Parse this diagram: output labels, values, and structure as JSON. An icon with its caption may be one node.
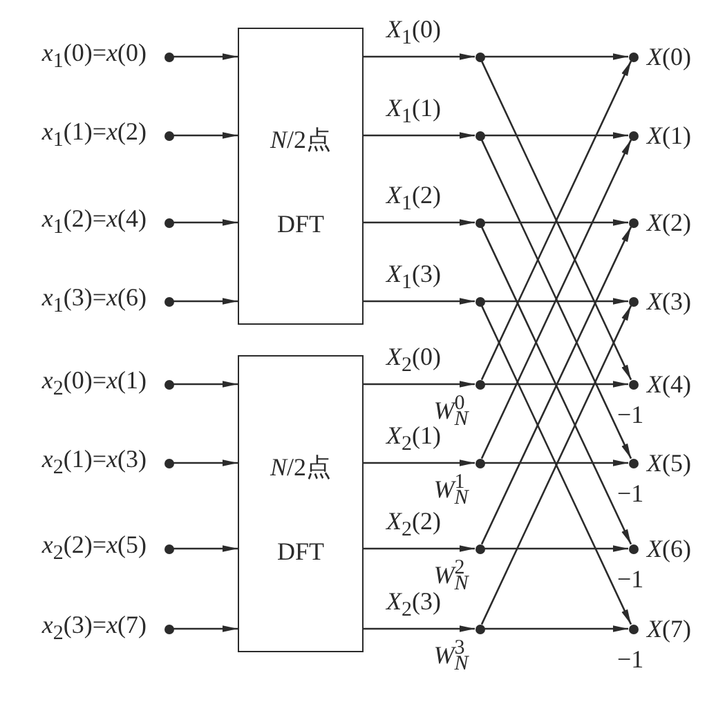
{
  "diagram": {
    "nodes": [
      {
        "text": [],
        "shape": "circle",
        "beside": [
          "*x*$_{1}$(0)=*x*(0)"
        ]
      },
      {
        "text": [],
        "shape": "circle",
        "beside": [
          "*x*$_{1}$(1)=*x*(2)"
        ]
      },
      {
        "text": [],
        "shape": "circle",
        "beside": [
          "*x*$_{1}$(2)=*x*(4)"
        ]
      },
      {
        "text": [],
        "shape": "circle",
        "beside": [
          "*x*$_{1}$(3)=*x*(6)"
        ]
      },
      {
        "text": [],
        "shape": "circle",
        "beside": [
          "*x*$_{2}$(0)=*x*(1)"
        ]
      },
      {
        "text": [],
        "shape": "circle",
        "beside": [
          "*x*$_{2}$(1)=*x*(3)"
        ]
      },
      {
        "text": [],
        "shape": "circle",
        "beside": [
          "*x*$_{2}$(2)=*x*(5)"
        ]
      },
      {
        "text": [],
        "shape": "circle",
        "beside": [
          "*x*$_{2}$(3)=*x*(7)"
        ]
      },
      {
        "text": [
          "*N*/2点",
          "DFT"
        ]
      },
      {
        "text": [
          "*N*/2点",
          "DFT"
        ]
      },
      {
        "text": [],
        "shape": "circle"
      },
      {
        "text": [],
        "shape": "circle"
      },
      {
        "text": [],
        "shape": "circle"
      },
      {
        "text": [],
        "shape": "circle"
      },
      {
        "text": [],
        "shape": "circle",
        "beside": [
          "*W*$_{N}$$^{0}$"
        ]
      },
      {
        "text": [],
        "shape": "circle",
        "beside": [
          "*W*$_{N}$$^{1}$"
        ]
      },
      {
        "text": [],
        "shape": "circle",
        "beside": [
          "*W*$_{N}$$^{2}$"
        ]
      },
      {
        "text": [],
        "shape": "circle",
        "beside": [
          "*W*$_{N}$$^{3}$"
        ]
      },
      {
        "text": [],
        "shape": "circle",
        "beside": [
          "*X*(0)"
        ]
      },
      {
        "text": [],
        "shape": "circle",
        "beside": [
          "*X*(1)"
        ]
      },
      {
        "text": [],
        "shape": "circle",
        "beside": [
          "*X*(2)"
        ]
      },
      {
        "text": [],
        "shape": "circle",
        "beside": [
          "*X*(3)"
        ]
      },
      {
        "text": [],
        "shape": "circle",
        "beside": [
          "*X*(4)"
        ]
      },
      {
        "text": [],
        "shape": "circle",
        "beside": [
          "*X*(5)"
        ]
      },
      {
        "text": [],
        "shape": "circle",
        "beside": [
          "*X*(6)"
        ]
      },
      {
        "text": [],
        "shape": "circle",
        "beside": [
          "*X*(7)"
        ]
      }
    ],
    "edges": [
      {
        "from": 0,
        "to": 8,
        "arrow": "to"
      },
      {
        "from": 1,
        "to": 8,
        "arrow": "to"
      },
      {
        "from": 2,
        "to": 8,
        "arrow": "to"
      },
      {
        "from": 3,
        "to": 8,
        "arrow": "to"
      },
      {
        "from": 4,
        "to": 9,
        "arrow": "to"
      },
      {
        "from": 5,
        "to": 9,
        "arrow": "to"
      },
      {
        "from": 6,
        "to": 9,
        "arrow": "to"
      },
      {
        "from": 7,
        "to": 9,
        "arrow": "to"
      },
      {
        "from": 8,
        "to": 10,
        "arrow": "to",
        "label": "*X*$_{1}$(0)"
      },
      {
        "from": 8,
        "to": 11,
        "arrow": "to",
        "label": "*X*$_{1}$(1)"
      },
      {
        "from": 8,
        "to": 12,
        "arrow": "to",
        "label": "*X*$_{1}$(2)"
      },
      {
        "from": 8,
        "to": 13,
        "arrow": "to",
        "label": "*X*$_{1}$(3)"
      },
      {
        "from": 9,
        "to": 14,
        "arrow": "to",
        "label": "*X*$_{2}$(0)"
      },
      {
        "from": 9,
        "to": 15,
        "arrow": "to",
        "label": "*X*$_{2}$(1)"
      },
      {
        "from": 9,
        "to": 16,
        "arrow": "to",
        "label": "*X*$_{2}$(2)"
      },
      {
        "from": 9,
        "to": 17,
        "arrow": "to",
        "label": "*X*$_{2}$(3)"
      },
      {
        "from": 10,
        "to": 18,
        "arrow": "to"
      },
      {
        "from": 10,
        "to": 22,
        "arrow": "to"
      },
      {
        "from": 14,
        "to": 18,
        "arrow": "to"
      },
      {
        "from": 14,
        "to": 22,
        "arrow": "to",
        "label": "−1"
      },
      {
        "from": 11,
        "to": 19,
        "arrow": "to"
      },
      {
        "from": 11,
        "to": 23,
        "arrow": "to"
      },
      {
        "from": 15,
        "to": 19,
        "arrow": "to"
      },
      {
        "from": 15,
        "to": 23,
        "arrow": "to",
        "label": "−1"
      },
      {
        "from": 12,
        "to": 20,
        "arrow": "to"
      },
      {
        "from": 12,
        "to": 24,
        "arrow": "to"
      },
      {
        "from": 16,
        "to": 20,
        "arrow": "to"
      },
      {
        "from": 16,
        "to": 24,
        "arrow": "to",
        "label": "−1"
      },
      {
        "from": 13,
        "to": 21,
        "arrow": "to"
      },
      {
        "from": 13,
        "to": 25,
        "arrow": "to"
      },
      {
        "from": 17,
        "to": 21,
        "arrow": "to"
      },
      {
        "from": 17,
        "to": 25,
        "arrow": "to",
        "label": "−1"
      }
    ]
  }
}
